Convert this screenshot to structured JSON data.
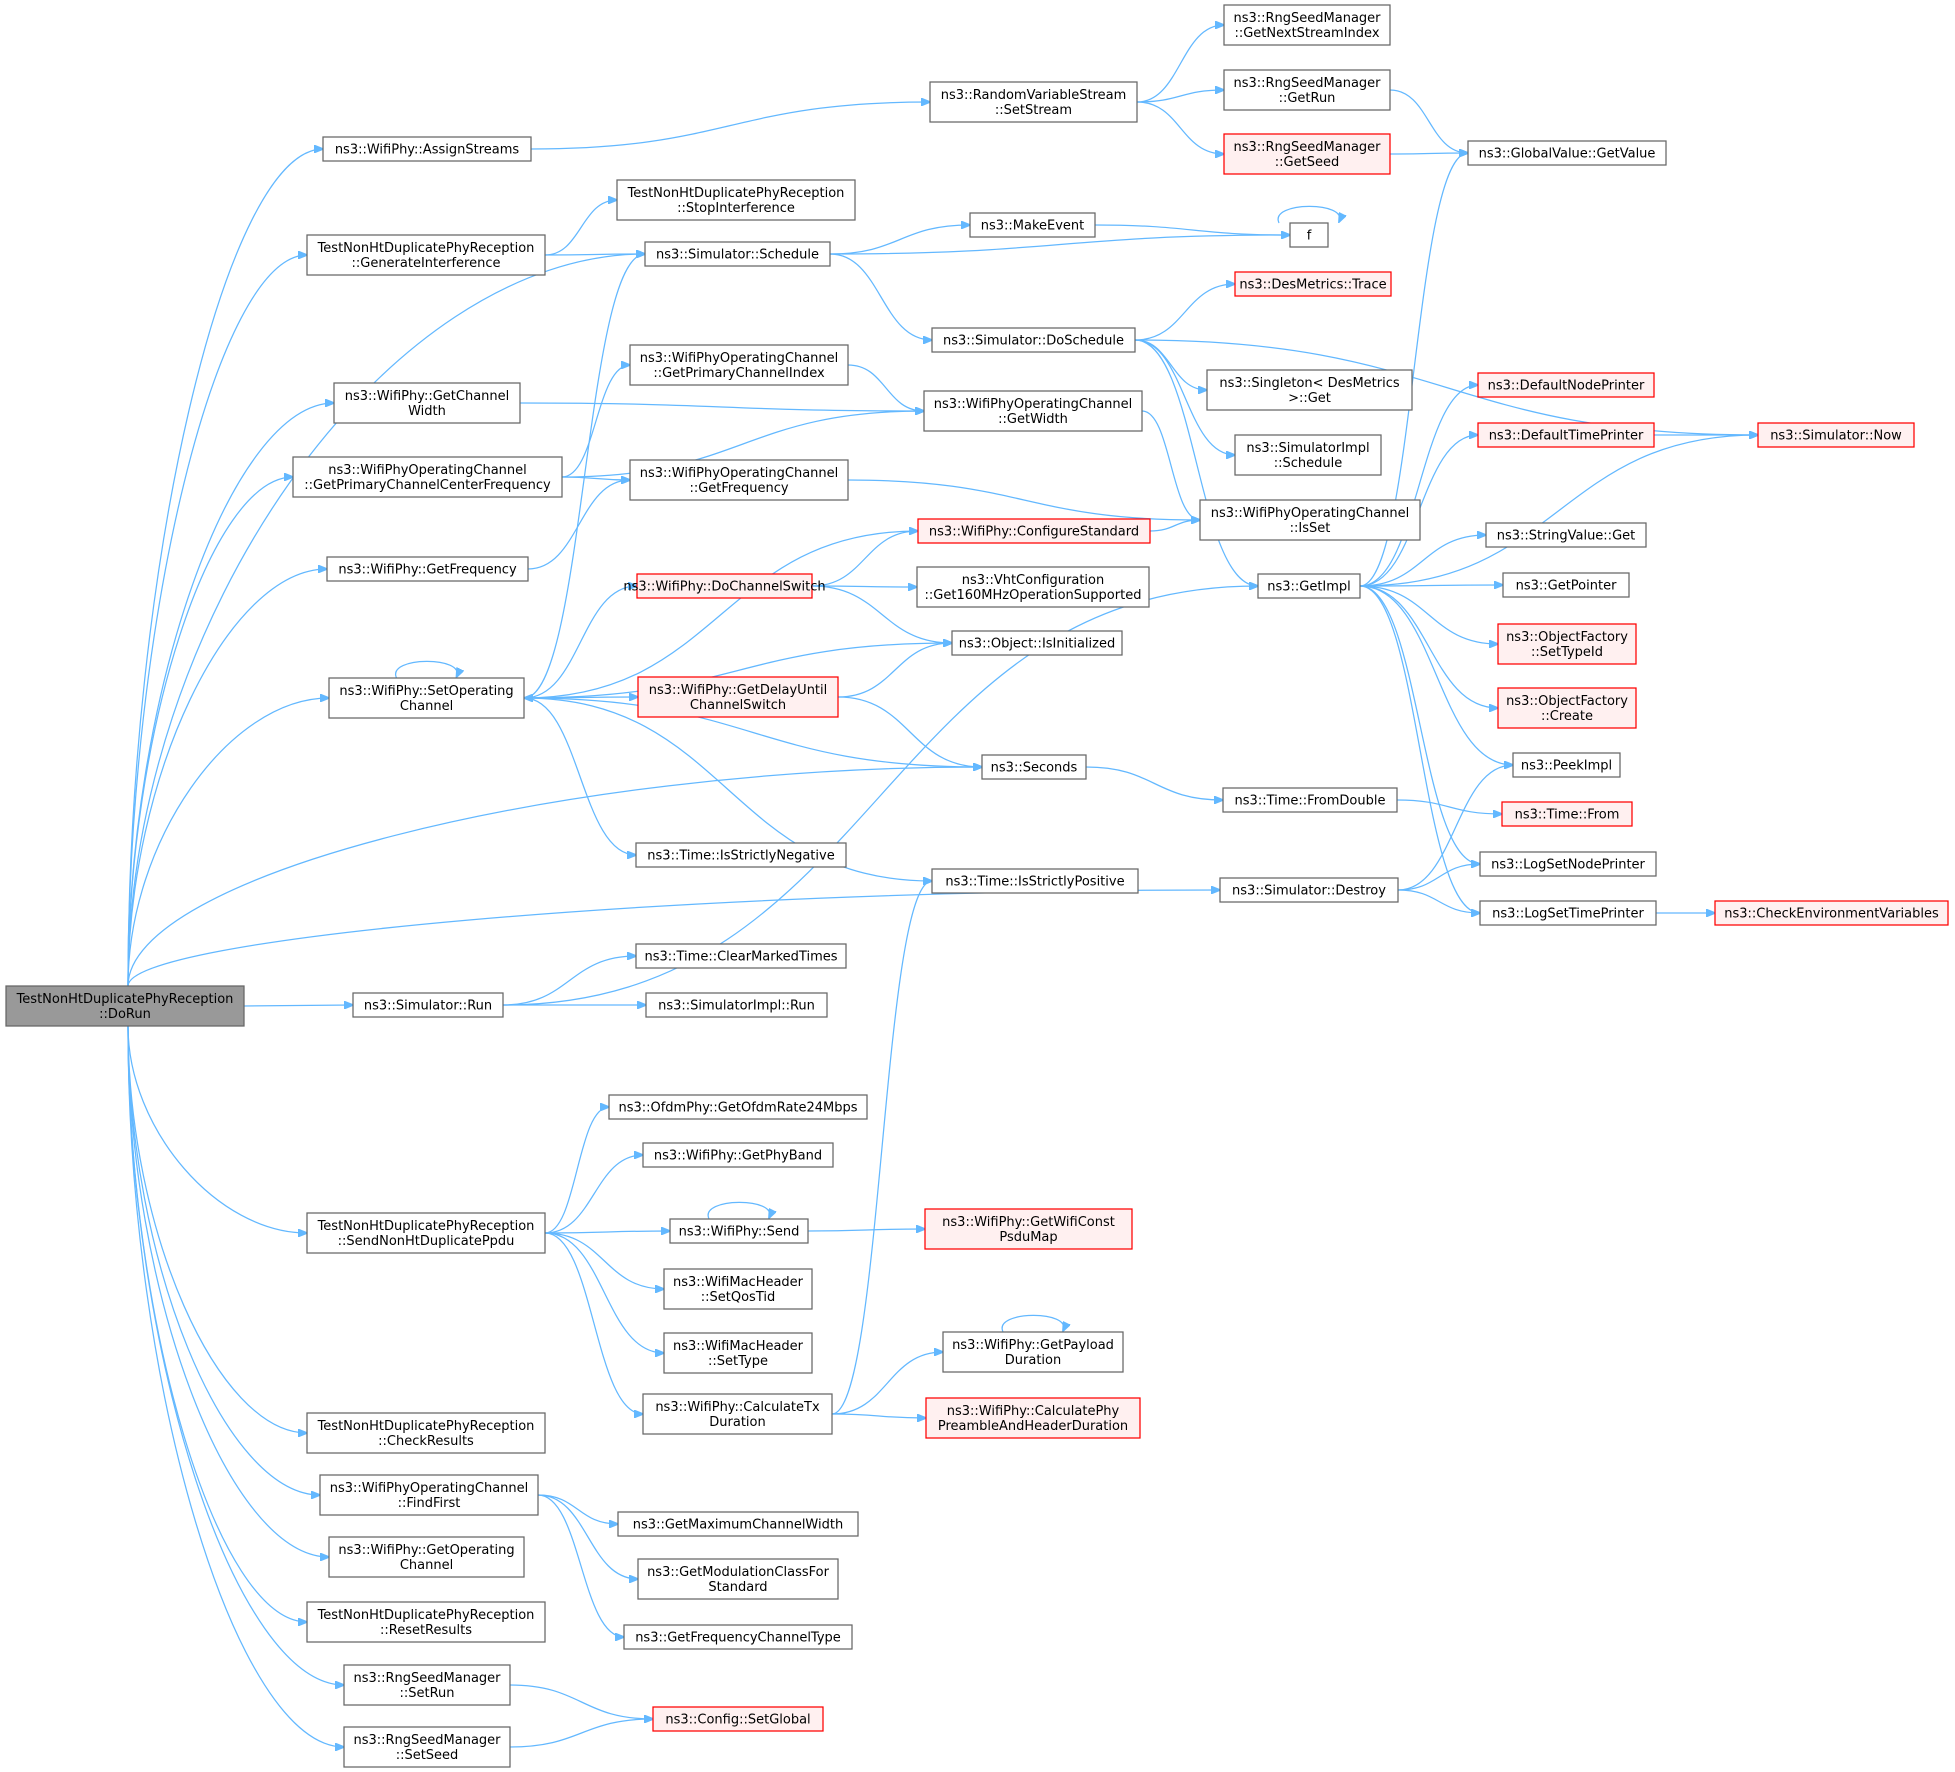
{
  "diagram": {
    "nodes": [
      {
        "id": "root",
        "lines": [
          "TestNonHtDuplicatePhyReception",
          "::DoRun"
        ],
        "style": "root"
      },
      {
        "id": "assignStreams",
        "lines": [
          "ns3::WifiPhy::AssignStreams"
        ],
        "style": "normal"
      },
      {
        "id": "generateInterference",
        "lines": [
          "TestNonHtDuplicatePhyReception",
          "::GenerateInterference"
        ],
        "style": "normal"
      },
      {
        "id": "stopInterference",
        "lines": [
          "TestNonHtDuplicatePhyReception",
          "::StopInterference"
        ],
        "style": "normal"
      },
      {
        "id": "schedule",
        "lines": [
          "ns3::Simulator::Schedule"
        ],
        "style": "normal"
      },
      {
        "id": "getChannelWidth",
        "lines": [
          "ns3::WifiPhy::GetChannel",
          "Width"
        ],
        "style": "normal"
      },
      {
        "id": "getPrimaryCenterFreq",
        "lines": [
          "ns3::WifiPhyOperatingChannel",
          "::GetPrimaryChannelCenterFrequency"
        ],
        "style": "normal"
      },
      {
        "id": "wpGetFrequency",
        "lines": [
          "ns3::WifiPhy::GetFrequency"
        ],
        "style": "normal"
      },
      {
        "id": "setOperatingChannel",
        "lines": [
          "ns3::WifiPhy::SetOperating",
          "Channel"
        ],
        "style": "normal"
      },
      {
        "id": "simRun",
        "lines": [
          "ns3::Simulator::Run"
        ],
        "style": "normal"
      },
      {
        "id": "sendNonHtDup",
        "lines": [
          "TestNonHtDuplicatePhyReception",
          "::SendNonHtDuplicatePpdu"
        ],
        "style": "normal"
      },
      {
        "id": "checkResults",
        "lines": [
          "TestNonHtDuplicatePhyReception",
          "::CheckResults"
        ],
        "style": "normal"
      },
      {
        "id": "findFirst",
        "lines": [
          "ns3::WifiPhyOperatingChannel",
          "::FindFirst"
        ],
        "style": "normal"
      },
      {
        "id": "getOperatingChannel",
        "lines": [
          "ns3::WifiPhy::GetOperating",
          "Channel"
        ],
        "style": "normal"
      },
      {
        "id": "resetResults",
        "lines": [
          "TestNonHtDuplicatePhyReception",
          "::ResetResults"
        ],
        "style": "normal"
      },
      {
        "id": "rngSetRun",
        "lines": [
          "ns3::RngSeedManager",
          "::SetRun"
        ],
        "style": "normal"
      },
      {
        "id": "rngSetSeed",
        "lines": [
          "ns3::RngSeedManager",
          "::SetSeed"
        ],
        "style": "normal"
      },
      {
        "id": "rvsSetStream",
        "lines": [
          "ns3::RandomVariableStream",
          "::SetStream"
        ],
        "style": "normal"
      },
      {
        "id": "rngNextStream",
        "lines": [
          "ns3::RngSeedManager",
          "::GetNextStreamIndex"
        ],
        "style": "normal"
      },
      {
        "id": "rngGetRun",
        "lines": [
          "ns3::RngSeedManager",
          "::GetRun"
        ],
        "style": "normal"
      },
      {
        "id": "rngGetSeed",
        "lines": [
          "ns3::RngSeedManager",
          "::GetSeed"
        ],
        "style": "red"
      },
      {
        "id": "globalGetValue",
        "lines": [
          "ns3::GlobalValue::GetValue"
        ],
        "style": "normal"
      },
      {
        "id": "makeEvent",
        "lines": [
          "ns3::MakeEvent"
        ],
        "style": "normal"
      },
      {
        "id": "f",
        "lines": [
          "f"
        ],
        "style": "normal"
      },
      {
        "id": "doSchedule",
        "lines": [
          "ns3::Simulator::DoSchedule"
        ],
        "style": "normal"
      },
      {
        "id": "desTrace",
        "lines": [
          "ns3::DesMetrics::Trace"
        ],
        "style": "red"
      },
      {
        "id": "singletonGet",
        "lines": [
          "ns3::Singleton< DesMetrics",
          ">::Get"
        ],
        "style": "normal"
      },
      {
        "id": "implSchedule",
        "lines": [
          "ns3::SimulatorImpl",
          "::Schedule"
        ],
        "style": "normal"
      },
      {
        "id": "getPrimaryIndex",
        "lines": [
          "ns3::WifiPhyOperatingChannel",
          "::GetPrimaryChannelIndex"
        ],
        "style": "normal"
      },
      {
        "id": "wocGetWidth",
        "lines": [
          "ns3::WifiPhyOperatingChannel",
          "::GetWidth"
        ],
        "style": "normal"
      },
      {
        "id": "wocGetFrequency",
        "lines": [
          "ns3::WifiPhyOperatingChannel",
          "::GetFrequency"
        ],
        "style": "normal"
      },
      {
        "id": "wocIsSet",
        "lines": [
          "ns3::WifiPhyOperatingChannel",
          "::IsSet"
        ],
        "style": "normal"
      },
      {
        "id": "configureStandard",
        "lines": [
          "ns3::WifiPhy::ConfigureStandard"
        ],
        "style": "red"
      },
      {
        "id": "doChannelSwitch",
        "lines": [
          "ns3::WifiPhy::DoChannelSwitch"
        ],
        "style": "red"
      },
      {
        "id": "vhtGet160",
        "lines": [
          "ns3::VhtConfiguration",
          "::Get160MHzOperationSupported"
        ],
        "style": "normal"
      },
      {
        "id": "isInitialized",
        "lines": [
          "ns3::Object::IsInitialized"
        ],
        "style": "normal"
      },
      {
        "id": "getDelayUntil",
        "lines": [
          "ns3::WifiPhy::GetDelayUntil",
          "ChannelSwitch"
        ],
        "style": "red"
      },
      {
        "id": "seconds",
        "lines": [
          "ns3::Seconds"
        ],
        "style": "normal"
      },
      {
        "id": "isStrictlyNegative",
        "lines": [
          "ns3::Time::IsStrictlyNegative"
        ],
        "style": "normal"
      },
      {
        "id": "isStrictlyPositive",
        "lines": [
          "ns3::Time::IsStrictlyPositive"
        ],
        "style": "normal"
      },
      {
        "id": "clearMarkedTimes",
        "lines": [
          "ns3::Time::ClearMarkedTimes"
        ],
        "style": "normal"
      },
      {
        "id": "implRun",
        "lines": [
          "ns3::SimulatorImpl::Run"
        ],
        "style": "normal"
      },
      {
        "id": "getImpl",
        "lines": [
          "ns3::GetImpl"
        ],
        "style": "normal"
      },
      {
        "id": "defaultNodePrinter",
        "lines": [
          "ns3::DefaultNodePrinter"
        ],
        "style": "red"
      },
      {
        "id": "defaultTimePrinter",
        "lines": [
          "ns3::DefaultTimePrinter"
        ],
        "style": "red"
      },
      {
        "id": "simNow",
        "lines": [
          "ns3::Simulator::Now"
        ],
        "style": "red"
      },
      {
        "id": "stringValueGet",
        "lines": [
          "ns3::StringValue::Get"
        ],
        "style": "normal"
      },
      {
        "id": "getPointer",
        "lines": [
          "ns3::GetPointer"
        ],
        "style": "normal"
      },
      {
        "id": "ofSetTypeId",
        "lines": [
          "ns3::ObjectFactory",
          "::SetTypeId"
        ],
        "style": "red"
      },
      {
        "id": "ofCreate",
        "lines": [
          "ns3::ObjectFactory",
          "::Create"
        ],
        "style": "red"
      },
      {
        "id": "peekImpl",
        "lines": [
          "ns3::PeekImpl"
        ],
        "style": "normal"
      },
      {
        "id": "timeFromDouble",
        "lines": [
          "ns3::Time::FromDouble"
        ],
        "style": "normal"
      },
      {
        "id": "timeFrom",
        "lines": [
          "ns3::Time::From"
        ],
        "style": "red"
      },
      {
        "id": "simDestroy",
        "lines": [
          "ns3::Simulator::Destroy"
        ],
        "style": "normal"
      },
      {
        "id": "logSetNodePrinter",
        "lines": [
          "ns3::LogSetNodePrinter"
        ],
        "style": "normal"
      },
      {
        "id": "logSetTimePrinter",
        "lines": [
          "ns3::LogSetTimePrinter"
        ],
        "style": "normal"
      },
      {
        "id": "checkEnv",
        "lines": [
          "ns3::CheckEnvironmentVariables"
        ],
        "style": "red"
      },
      {
        "id": "getOfdmRate",
        "lines": [
          "ns3::OfdmPhy::GetOfdmRate24Mbps"
        ],
        "style": "normal"
      },
      {
        "id": "getPhyBand",
        "lines": [
          "ns3::WifiPhy::GetPhyBand"
        ],
        "style": "normal"
      },
      {
        "id": "wifiSend",
        "lines": [
          "ns3::WifiPhy::Send"
        ],
        "style": "normal"
      },
      {
        "id": "getWifiConstPsdu",
        "lines": [
          "ns3::WifiPhy::GetWifiConst",
          "PsduMap"
        ],
        "style": "red"
      },
      {
        "id": "setQosTid",
        "lines": [
          "ns3::WifiMacHeader",
          "::SetQosTid"
        ],
        "style": "normal"
      },
      {
        "id": "setType",
        "lines": [
          "ns3::WifiMacHeader",
          "::SetType"
        ],
        "style": "normal"
      },
      {
        "id": "getPayloadDuration",
        "lines": [
          "ns3::WifiPhy::GetPayload",
          "Duration"
        ],
        "style": "normal"
      },
      {
        "id": "calculateTx",
        "lines": [
          "ns3::WifiPhy::CalculateTx",
          "Duration"
        ],
        "style": "normal"
      },
      {
        "id": "calcPreamble",
        "lines": [
          "ns3::WifiPhy::CalculatePhy",
          "PreambleAndHeaderDuration"
        ],
        "style": "red"
      },
      {
        "id": "getMaxChannelWidth",
        "lines": [
          "ns3::GetMaximumChannelWidth"
        ],
        "style": "normal"
      },
      {
        "id": "getModClass",
        "lines": [
          "ns3::GetModulationClassFor",
          "Standard"
        ],
        "style": "normal"
      },
      {
        "id": "getFreqChannelType",
        "lines": [
          "ns3::GetFrequencyChannelType"
        ],
        "style": "normal"
      },
      {
        "id": "configSetGlobal",
        "lines": [
          "ns3::Config::SetGlobal"
        ],
        "style": "red"
      }
    ],
    "edges": [
      [
        "root",
        "assignStreams"
      ],
      [
        "root",
        "generateInterference"
      ],
      [
        "root",
        "schedule"
      ],
      [
        "root",
        "getChannelWidth"
      ],
      [
        "root",
        "getPrimaryCenterFreq"
      ],
      [
        "root",
        "wpGetFrequency"
      ],
      [
        "root",
        "setOperatingChannel"
      ],
      [
        "root",
        "seconds"
      ],
      [
        "root",
        "simRun"
      ],
      [
        "root",
        "sendNonHtDup"
      ],
      [
        "root",
        "simDestroy"
      ],
      [
        "root",
        "checkResults"
      ],
      [
        "root",
        "findFirst"
      ],
      [
        "root",
        "getOperatingChannel"
      ],
      [
        "root",
        "resetResults"
      ],
      [
        "root",
        "rngSetRun"
      ],
      [
        "root",
        "rngSetSeed"
      ],
      [
        "assignStreams",
        "rvsSetStream"
      ],
      [
        "rvsSetStream",
        "rngNextStream"
      ],
      [
        "rvsSetStream",
        "rngGetRun"
      ],
      [
        "rvsSetStream",
        "rngGetSeed"
      ],
      [
        "rngGetRun",
        "globalGetValue"
      ],
      [
        "rngGetSeed",
        "globalGetValue"
      ],
      [
        "generateInterference",
        "stopInterference"
      ],
      [
        "generateInterference",
        "schedule"
      ],
      [
        "schedule",
        "makeEvent"
      ],
      [
        "schedule",
        "f"
      ],
      [
        "schedule",
        "doSchedule"
      ],
      [
        "makeEvent",
        "f"
      ],
      [
        "f",
        "f"
      ],
      [
        "doSchedule",
        "desTrace"
      ],
      [
        "doSchedule",
        "simNow"
      ],
      [
        "doSchedule",
        "singletonGet"
      ],
      [
        "doSchedule",
        "implSchedule"
      ],
      [
        "doSchedule",
        "getImpl"
      ],
      [
        "getChannelWidth",
        "wocGetWidth"
      ],
      [
        "getPrimaryCenterFreq",
        "getPrimaryIndex"
      ],
      [
        "getPrimaryCenterFreq",
        "wocGetWidth"
      ],
      [
        "getPrimaryCenterFreq",
        "wocGetFrequency"
      ],
      [
        "getPrimaryIndex",
        "wocGetWidth"
      ],
      [
        "wocGetWidth",
        "wocIsSet"
      ],
      [
        "wocGetFrequency",
        "wocIsSet"
      ],
      [
        "wpGetFrequency",
        "wocGetFrequency"
      ],
      [
        "setOperatingChannel",
        "schedule"
      ],
      [
        "setOperatingChannel",
        "setOperatingChannel"
      ],
      [
        "setOperatingChannel",
        "doChannelSwitch"
      ],
      [
        "setOperatingChannel",
        "isInitialized"
      ],
      [
        "setOperatingChannel",
        "getDelayUntil"
      ],
      [
        "setOperatingChannel",
        "seconds"
      ],
      [
        "setOperatingChannel",
        "isStrictlyNegative"
      ],
      [
        "setOperatingChannel",
        "isStrictlyPositive"
      ],
      [
        "configureStandard",
        "setOperatingChannel"
      ],
      [
        "configureStandard",
        "wocIsSet"
      ],
      [
        "doChannelSwitch",
        "configureStandard"
      ],
      [
        "doChannelSwitch",
        "vhtGet160"
      ],
      [
        "doChannelSwitch",
        "isInitialized"
      ],
      [
        "getDelayUntil",
        "isInitialized"
      ],
      [
        "getDelayUntil",
        "seconds"
      ],
      [
        "seconds",
        "timeFromDouble"
      ],
      [
        "timeFromDouble",
        "timeFrom"
      ],
      [
        "simRun",
        "clearMarkedTimes"
      ],
      [
        "simRun",
        "implRun"
      ],
      [
        "simRun",
        "getImpl"
      ],
      [
        "getImpl",
        "globalGetValue"
      ],
      [
        "getImpl",
        "defaultNodePrinter"
      ],
      [
        "getImpl",
        "defaultTimePrinter"
      ],
      [
        "getImpl",
        "simNow"
      ],
      [
        "getImpl",
        "stringValueGet"
      ],
      [
        "getImpl",
        "getPointer"
      ],
      [
        "getImpl",
        "ofSetTypeId"
      ],
      [
        "getImpl",
        "ofCreate"
      ],
      [
        "getImpl",
        "peekImpl"
      ],
      [
        "getImpl",
        "logSetNodePrinter"
      ],
      [
        "getImpl",
        "logSetTimePrinter"
      ],
      [
        "defaultTimePrinter",
        "simNow"
      ],
      [
        "simDestroy",
        "peekImpl"
      ],
      [
        "simDestroy",
        "logSetNodePrinter"
      ],
      [
        "simDestroy",
        "logSetTimePrinter"
      ],
      [
        "logSetTimePrinter",
        "checkEnv"
      ],
      [
        "sendNonHtDup",
        "getOfdmRate"
      ],
      [
        "sendNonHtDup",
        "getPhyBand"
      ],
      [
        "sendNonHtDup",
        "wifiSend"
      ],
      [
        "sendNonHtDup",
        "setQosTid"
      ],
      [
        "sendNonHtDup",
        "setType"
      ],
      [
        "sendNonHtDup",
        "calculateTx"
      ],
      [
        "wifiSend",
        "wifiSend"
      ],
      [
        "wifiSend",
        "getWifiConstPsdu"
      ],
      [
        "calculateTx",
        "isStrictlyPositive"
      ],
      [
        "calculateTx",
        "getPayloadDuration"
      ],
      [
        "calculateTx",
        "calcPreamble"
      ],
      [
        "getPayloadDuration",
        "getPayloadDuration"
      ],
      [
        "findFirst",
        "getMaxChannelWidth"
      ],
      [
        "findFirst",
        "getModClass"
      ],
      [
        "findFirst",
        "getFreqChannelType"
      ],
      [
        "rngSetRun",
        "configSetGlobal"
      ],
      [
        "rngSetSeed",
        "configSetGlobal"
      ]
    ]
  }
}
